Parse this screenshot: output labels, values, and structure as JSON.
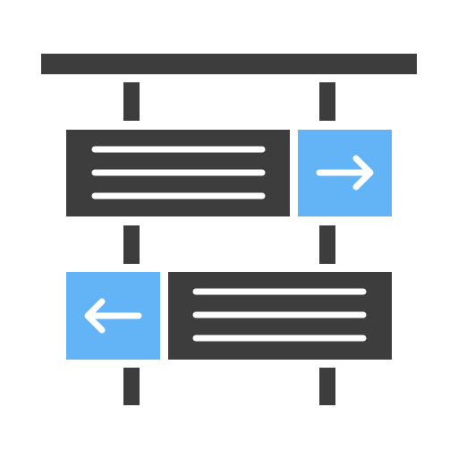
{
  "icon": {
    "name": "direction-signpost-icon",
    "colors": {
      "dark": "#3d3d3d",
      "accent": "#62b4f7",
      "light": "#ffffff",
      "background": "#ffffff"
    },
    "signs": [
      {
        "name": "sign-top",
        "arrow": "right"
      },
      {
        "name": "sign-bottom",
        "arrow": "left"
      }
    ]
  }
}
